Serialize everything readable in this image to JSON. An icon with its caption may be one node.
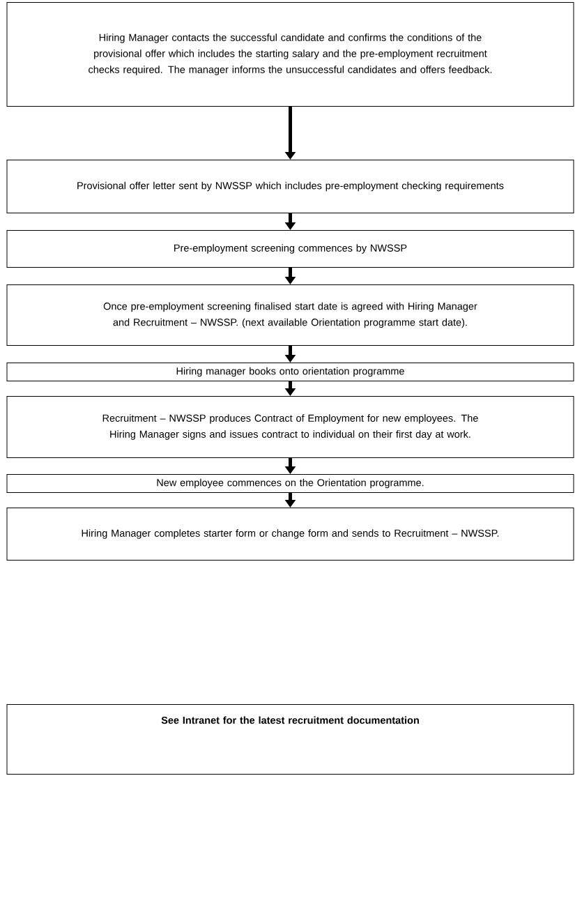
{
  "diagram": {
    "nodes": [
      {
        "text": [
          "Hiring Manager contacts the successful candidate and confirms the conditions of the provisional offer which includes the starting salary and the pre-employment recruitment checks required. The manager informs the unsuccessful candidates and offers feedback."
        ]
      },
      {
        "text": [
          "Provisional offer letter sent by NWSSP which includes pre-employment checking requirements"
        ]
      },
      {
        "text": [
          "Pre-employment screening commences by NWSSP"
        ]
      },
      {
        "text": [
          "Once pre-employment screening finalised start date is agreed with Hiring Manager and Recruitment – NWSSP. (next available Orientation programme start date)."
        ]
      },
      {
        "text": [
          "Hiring manager books onto orientation programme"
        ]
      },
      {
        "text": [
          "Recruitment – NWSSP produces Contract of Employment for new employees. The Hiring Manager signs and issues contract to individual on their first day at work."
        ]
      },
      {
        "text": [
          "New employee commences on the Orientation programme."
        ]
      },
      {
        "text": [
          "Hiring Manager completes starter form or change form and sends to Recruitment – NWSSP."
        ]
      },
      {
        "text": [
          "See Intranet for the latest recruitment documentation"
        ]
      }
    ],
    "edges": [
      {
        "from": 0,
        "to": 1,
        "arrow": "to"
      },
      {
        "from": 1,
        "to": 2,
        "arrow": "to"
      },
      {
        "from": 2,
        "to": 3,
        "arrow": "to"
      },
      {
        "from": 3,
        "to": 4,
        "arrow": "to"
      },
      {
        "from": 4,
        "to": 5,
        "arrow": "to"
      },
      {
        "from": 5,
        "to": 6,
        "arrow": "to"
      },
      {
        "from": 6,
        "to": 7,
        "arrow": "to"
      }
    ]
  }
}
